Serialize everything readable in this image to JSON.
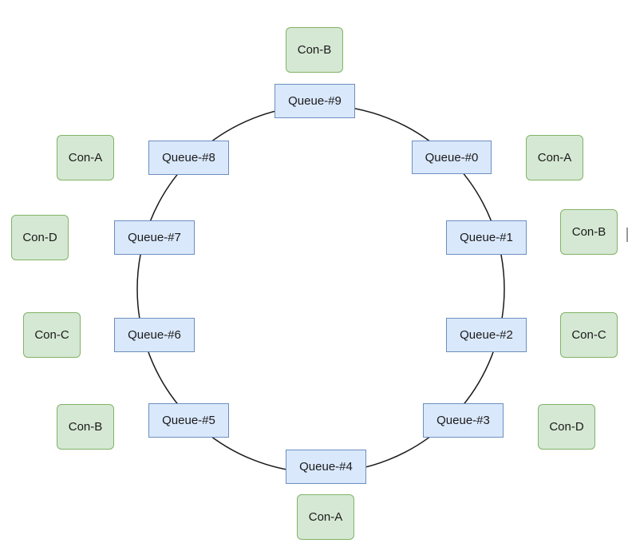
{
  "diagram": {
    "colors": {
      "queue_fill": "#dae8fc",
      "queue_border": "#6c8ebf",
      "consumer_fill": "#d5e8d4",
      "consumer_border": "#82b366",
      "ring_stroke": "#1a1a1a"
    },
    "queues": [
      {
        "label": "Queue-#0"
      },
      {
        "label": "Queue-#1"
      },
      {
        "label": "Queue-#2"
      },
      {
        "label": "Queue-#3"
      },
      {
        "label": "Queue-#4"
      },
      {
        "label": "Queue-#5"
      },
      {
        "label": "Queue-#6"
      },
      {
        "label": "Queue-#7"
      },
      {
        "label": "Queue-#8"
      },
      {
        "label": "Queue-#9"
      }
    ],
    "consumers": [
      {
        "label": "Con-A",
        "queue": "Queue-#0"
      },
      {
        "label": "Con-B",
        "queue": "Queue-#1"
      },
      {
        "label": "Con-C",
        "queue": "Queue-#2"
      },
      {
        "label": "Con-D",
        "queue": "Queue-#3"
      },
      {
        "label": "Con-A",
        "queue": "Queue-#4"
      },
      {
        "label": "Con-B",
        "queue": "Queue-#5"
      },
      {
        "label": "Con-C",
        "queue": "Queue-#6"
      },
      {
        "label": "Con-D",
        "queue": "Queue-#7"
      },
      {
        "label": "Con-A",
        "queue": "Queue-#8"
      },
      {
        "label": "Con-B",
        "queue": "Queue-#9"
      }
    ]
  }
}
